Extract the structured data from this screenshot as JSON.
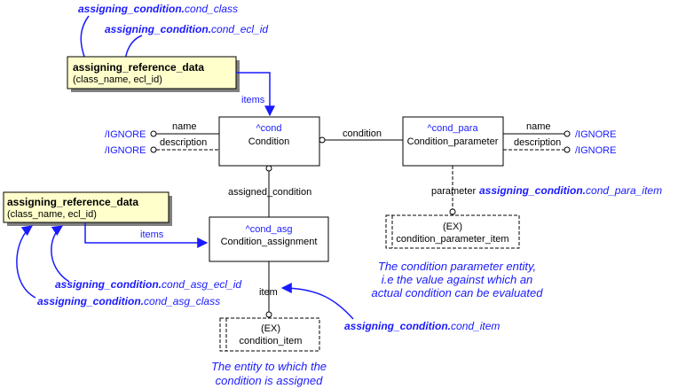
{
  "labels": {
    "ann_cond_class": {
      "bold": "assigning_condition.",
      "rest": "cond_class"
    },
    "ann_cond_ecl_id": {
      "bold": "assigning_condition.",
      "rest": "cond_ecl_id"
    },
    "ann_cond_para_item": {
      "bold": "assigning_condition.",
      "rest": "cond_para_item"
    },
    "ann_cond_asg_ecl_id": {
      "bold": "assigning_condition.",
      "rest": "cond_asg_ecl_id"
    },
    "ann_cond_asg_class": {
      "bold": "assigning_condition.",
      "rest": "cond_asg_class"
    },
    "ann_cond_item": {
      "bold": "assigning_condition.",
      "rest": "cond_item"
    }
  },
  "ref_box_top": {
    "title": "assigning_reference_data",
    "subtitle": "(class_name, ecl_id)"
  },
  "ref_box_left": {
    "title": "assigning_reference_data",
    "subtitle": "(class_name, ecl_id)"
  },
  "entities": {
    "condition": {
      "ref": "^cond",
      "name": "Condition"
    },
    "condition_parameter": {
      "ref": "^cond_para",
      "name": "Condition_parameter"
    },
    "condition_assignment": {
      "ref": "^cond_asg",
      "name": "Condition_assignment"
    },
    "condition_parameter_item": {
      "tag": "(EX)",
      "name": "condition_parameter_item"
    },
    "condition_item": {
      "tag": "(EX)",
      "name": "condition_item"
    }
  },
  "relations": {
    "items_top": "items",
    "items_left": "items",
    "name_left": "name",
    "description_left": "description",
    "condition": "condition",
    "name_right": "name",
    "description_right": "description",
    "assigned_condition": "assigned_condition",
    "parameter": "parameter",
    "item": "item"
  },
  "ignore": {
    "left_1": "/IGNORE",
    "left_2": "/IGNORE",
    "right_1": "/IGNORE",
    "right_2": "/IGNORE"
  },
  "notes": {
    "parameter_note": [
      "The condition parameter entity,",
      "i.e the value against which an",
      "actual condition can be evaluated"
    ],
    "item_note": [
      "The entity to which the",
      "condition is assigned"
    ]
  },
  "colors": {
    "accent": "#1a1aff",
    "ref_box_fill": "#ffffcc"
  }
}
